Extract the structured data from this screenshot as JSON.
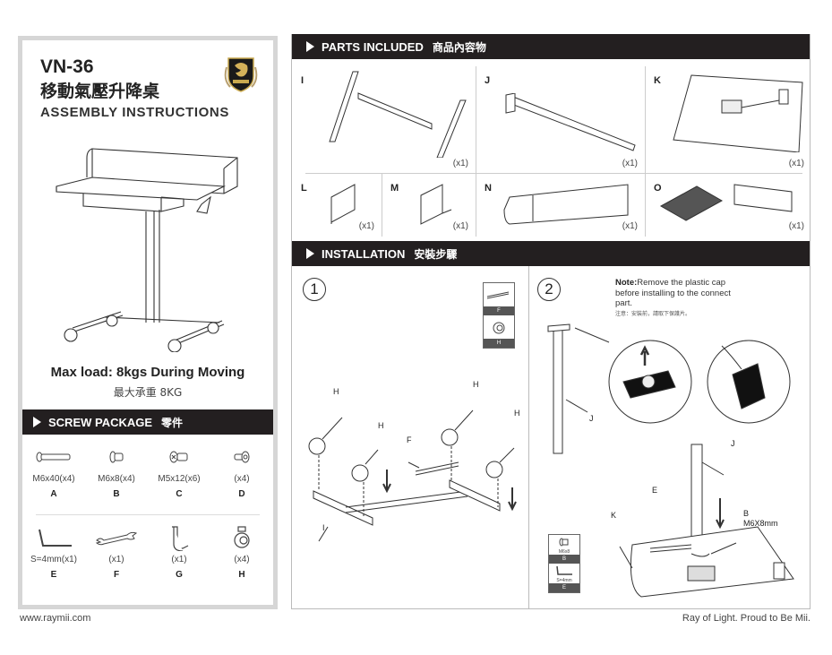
{
  "left_panel": {
    "model": "VN-36",
    "title_cn": "移動氣壓升降桌",
    "subtitle": "ASSEMBLY INSTRUCTIONS",
    "logo_icon": "raymii-shield-logo-icon",
    "max_load": "Max load: 8kgs During Moving",
    "max_load_cn": "最大承重  8KG",
    "screw_package": {
      "title": "SCREW PACKAGE",
      "title_cn": "零件",
      "items": [
        {
          "letter": "A",
          "qty": "M6x40(x4)",
          "icon": "long-bolt-icon"
        },
        {
          "letter": "B",
          "qty": "M6x8(x4)",
          "icon": "short-bolt-icon"
        },
        {
          "letter": "C",
          "qty": "M5x12(x6)",
          "icon": "hex-bolt-icon"
        },
        {
          "letter": "D",
          "qty": "(x4)",
          "icon": "washer-bolt-icon"
        },
        {
          "letter": "E",
          "qty": "S=4mm(x1)",
          "icon": "allen-key-icon"
        },
        {
          "letter": "F",
          "qty": "(x1)",
          "icon": "wrench-icon"
        },
        {
          "letter": "G",
          "qty": "(x1)",
          "icon": "hook-icon"
        },
        {
          "letter": "H",
          "qty": "(x4)",
          "icon": "caster-wheel-icon"
        }
      ]
    }
  },
  "parts_included": {
    "title": "PARTS INCLUDED",
    "title_cn": "商品內容物",
    "parts": [
      {
        "letter": "I",
        "qty": "(x1)"
      },
      {
        "letter": "J",
        "qty": "(x1)"
      },
      {
        "letter": "K",
        "qty": "(x1)"
      },
      {
        "letter": "L",
        "qty": "(x1)"
      },
      {
        "letter": "M",
        "qty": "(x1)"
      },
      {
        "letter": "N",
        "qty": "(x1)"
      },
      {
        "letter": "O",
        "qty": "(x1)"
      }
    ]
  },
  "installation": {
    "title": "INSTALLATION",
    "title_cn": "安裝步驟",
    "step1": {
      "number": "1",
      "tools": [
        {
          "label": "F"
        },
        {
          "label": "H"
        }
      ],
      "callouts": [
        "H",
        "H",
        "H",
        "H",
        "F",
        "I"
      ]
    },
    "step2": {
      "number": "2",
      "note_bold": "Note:",
      "note_text": "Remove the plastic cap before installing to the connect part.",
      "note_cn": "注意：安裝前，請取下保護片。",
      "callouts": [
        "J",
        "J",
        "E",
        "K",
        "B"
      ],
      "bolt_spec": "M6X8mm",
      "tools": [
        {
          "caption": "M6x8",
          "label": "B"
        },
        {
          "caption": "S=4mm",
          "label": "E"
        }
      ]
    }
  },
  "footer": {
    "website": "www.raymii.com",
    "slogan": "Ray of Light. Proud to Be Mii."
  }
}
